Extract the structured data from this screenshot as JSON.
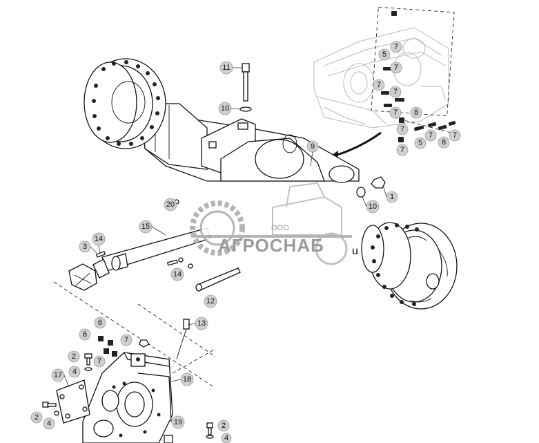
{
  "watermark": {
    "company_prefix": "ООО",
    "company_name": "АГРОСНАБ",
    "suffix": "u"
  },
  "callouts": {
    "c1": "1",
    "c2a": "2",
    "c2b": "2",
    "c2c": "2",
    "c3": "3",
    "c4a": "4",
    "c4b": "4",
    "c4c": "4",
    "c5a": "5",
    "c5b": "5",
    "c6a": "6",
    "c6b": "6",
    "c7a": "7",
    "c7b": "7",
    "c7c": "7",
    "c7d": "7",
    "c7e": "7",
    "c7f": "7",
    "c7g": "7",
    "c7h": "7",
    "c7i": "7",
    "c7j": "7",
    "c7k": "7",
    "c8a": "8",
    "c8b": "8",
    "c9": "9",
    "c10a": "10",
    "c10b": "10",
    "c11": "11",
    "c12": "12",
    "c13": "13",
    "c14a": "14",
    "c14b": "14",
    "c15": "15",
    "c17": "17",
    "c18": "18",
    "c19": "19",
    "c20": "20"
  }
}
